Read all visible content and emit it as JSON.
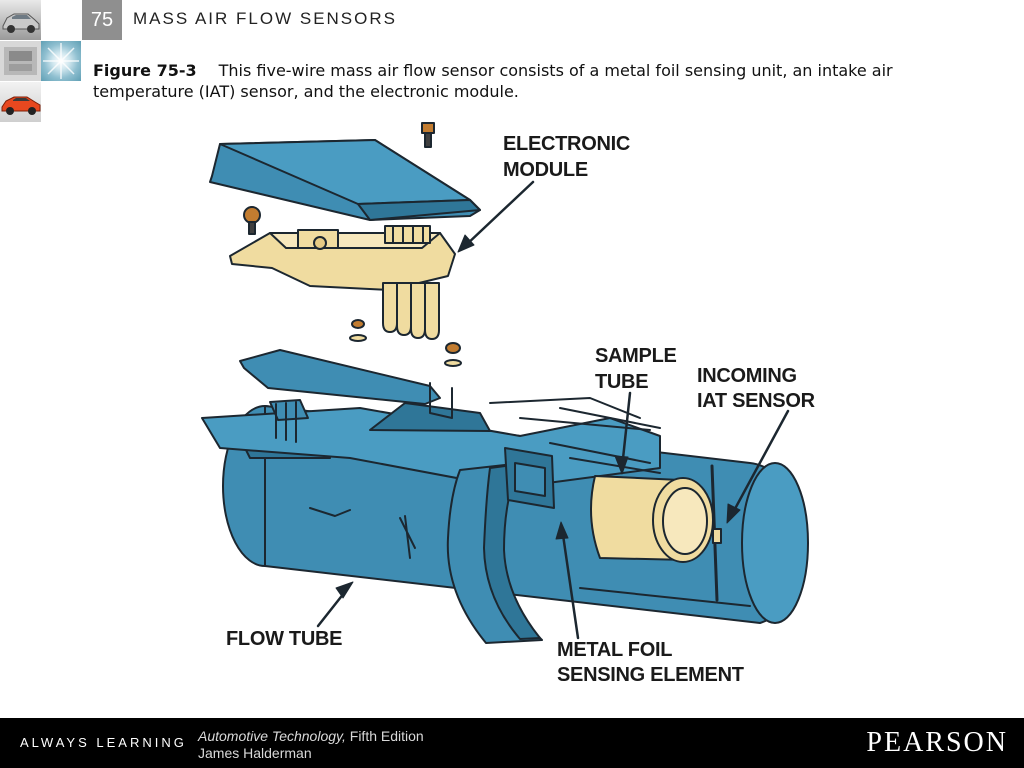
{
  "header": {
    "chapter_number": "75",
    "chapter_title": "MASS AIR FLOW SENSORS"
  },
  "caption": {
    "figure_label": "Figure 75-3",
    "text": "This five-wire mass air flow sensor consists of a metal foil sensing unit, an intake air temperature (IAT) sensor, and the electronic module."
  },
  "diagram": {
    "labels": {
      "electronic_module_1": "ELECTRONIC",
      "electronic_module_2": "MODULE",
      "sample_tube_1": "SAMPLE",
      "sample_tube_2": "TUBE",
      "iat_sensor_1": "INCOMING",
      "iat_sensor_2": "IAT SENSOR",
      "flow_tube": "FLOW TUBE",
      "metal_foil_1": "METAL FOIL",
      "metal_foil_2": "SENSING ELEMENT"
    },
    "colors": {
      "housing_blue": "#3f8db3",
      "module_tan": "#f0dca0",
      "outline": "#1c2730"
    }
  },
  "footer": {
    "tagline": "ALWAYS LEARNING",
    "book_title": "Automotive Technology,",
    "edition": " Fifth Edition",
    "author": "James Halderman",
    "publisher": "PEARSON"
  }
}
